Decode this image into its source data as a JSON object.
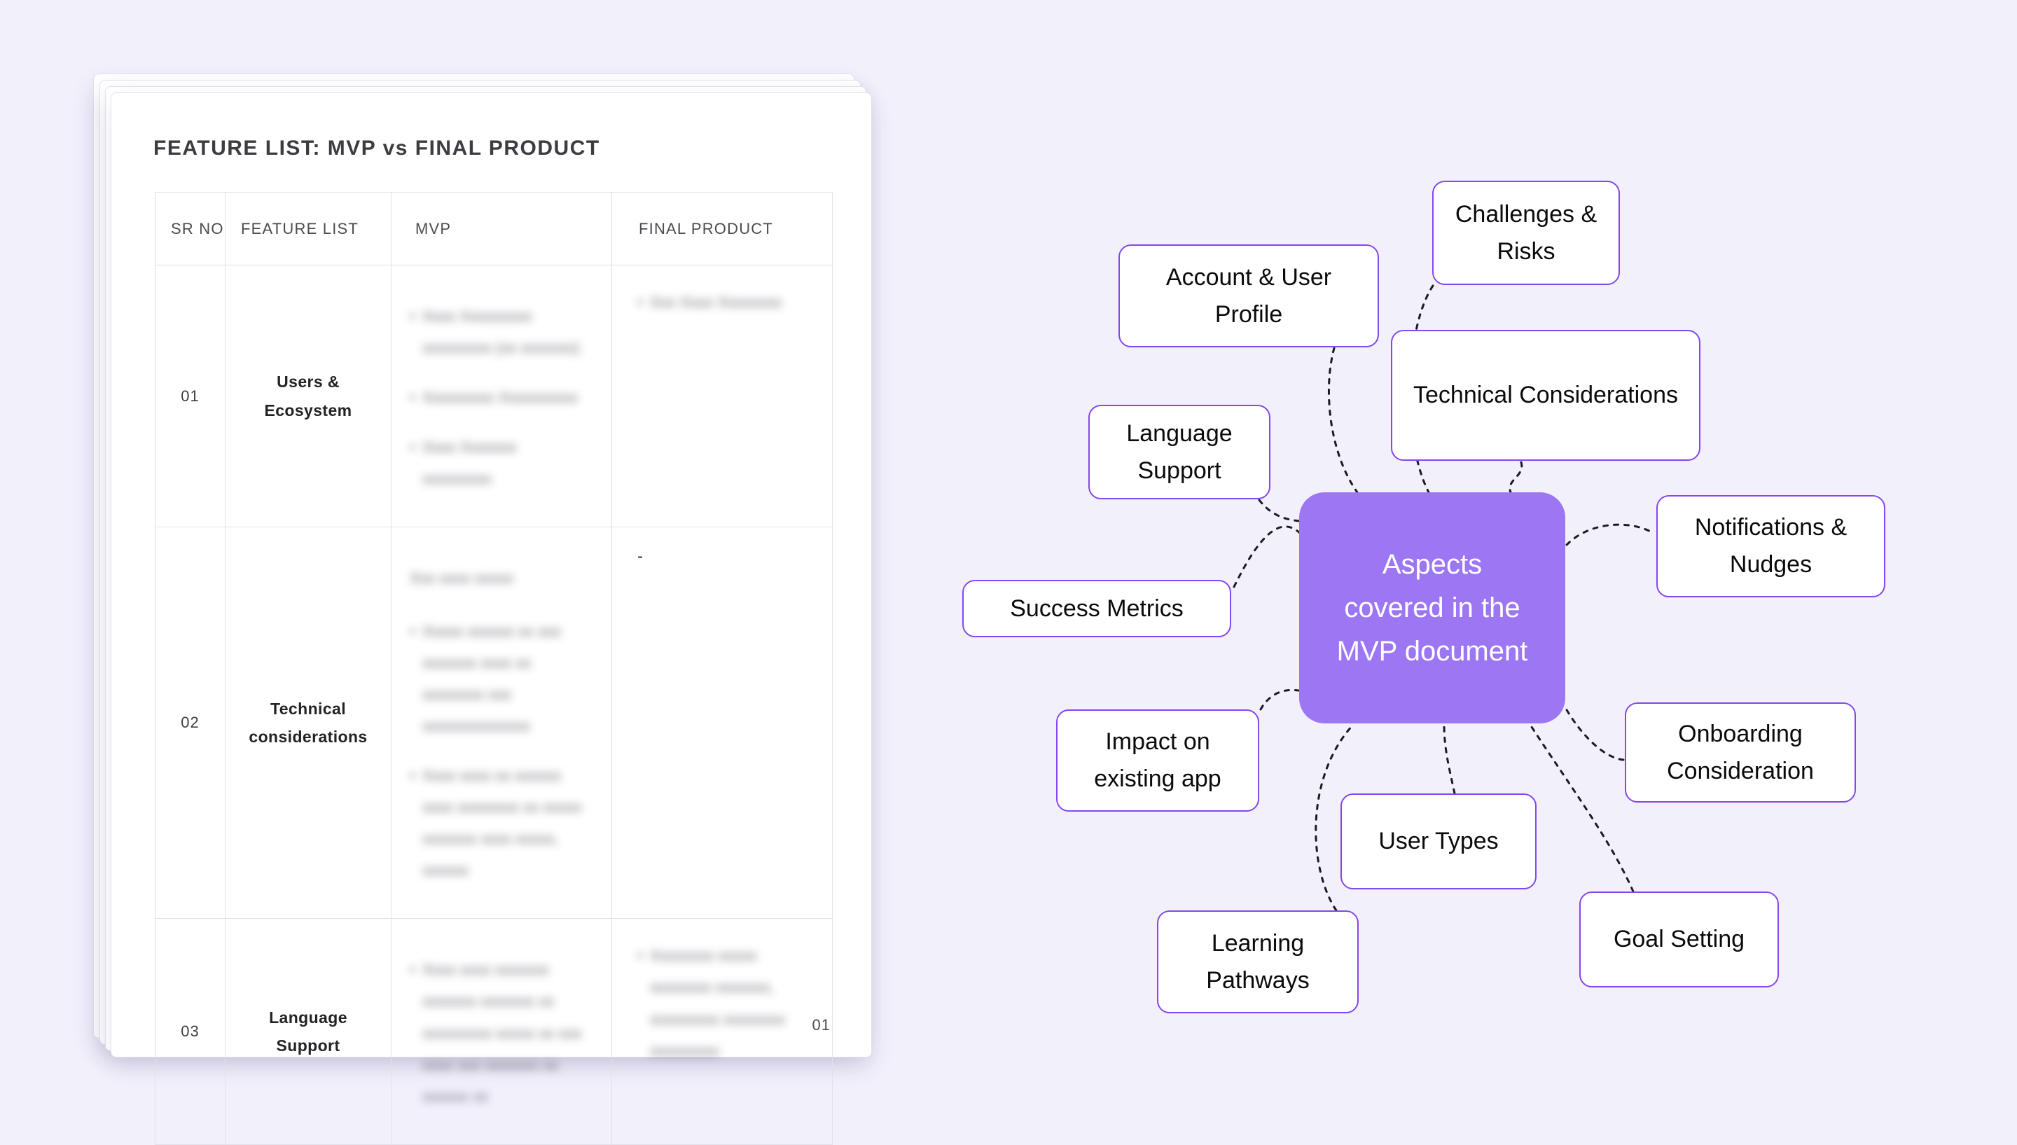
{
  "colors": {
    "background": "#f2f0fb",
    "node_border": "#8447f0",
    "center_background": "#9d77f3",
    "connector": "#1b1b1f"
  },
  "document": {
    "title": "FEATURE LIST: MVP vs FINAL PRODUCT",
    "page_number": "01",
    "table": {
      "headers": [
        "SR NO",
        "FEATURE LIST",
        "MVP",
        "FINAL PRODUCT"
      ],
      "rows": [
        {
          "sr_no": "01",
          "feature": "Users & Ecosystem",
          "mvp_redacted": [
            "Xxxx Xxxxxxxxx xxxxxxxxx (xx xxxxxxx)",
            "Xxxxxxxxx Xxxxxxxxxx",
            "Xxxx Xxxxxxx xxxxxxxxx"
          ],
          "final_redacted": [
            "Xxx Xxxx Xxxxxxxx"
          ]
        },
        {
          "sr_no": "02",
          "feature": "Technical considerations",
          "mvp_intro_redacted": "Xxx xxxx xxxxx",
          "mvp_redacted": [
            "Xxxxx xxxxxx xx xxx xxxxxxx xxxx xx xxxxxxxx xxx xxxxxxxxxxxxxx",
            "Xxxx xxxx xx xxxxxx xxxx xxxxxxxx xx xxxxx xxxxxxx xxxx xxxxx, xxxxxx"
          ],
          "final_text": "-"
        },
        {
          "sr_no": "03",
          "feature": "Language Support",
          "mvp_redacted": [
            "Xxxx xxxx xxxxxxx xxxxxxx xxxxxxx xx xxxxxxxxx xxxxx xx xxx xxxx xxx xxxxxxx xx xxxxxx xx"
          ],
          "final_redacted": [
            "Xxxxxxxx xxxxx xxxxxxxx xxxxxxx, xxxxxxxxx xxxxxxxx xxxxxxxxx"
          ]
        }
      ]
    }
  },
  "mindmap": {
    "center": {
      "label": "Aspects covered in the MVP document"
    },
    "nodes": [
      {
        "id": "challenges-risks",
        "label": "Challenges & Risks"
      },
      {
        "id": "account-user-profile",
        "label": "Account & User Profile"
      },
      {
        "id": "technical-considerations",
        "label": "Technical Considerations"
      },
      {
        "id": "language-support",
        "label": "Language Support"
      },
      {
        "id": "notifications-nudges",
        "label": "Notifications & Nudges"
      },
      {
        "id": "success-metrics",
        "label": "Success Metrics"
      },
      {
        "id": "impact-existing-app",
        "label": "Impact on existing app"
      },
      {
        "id": "onboarding-consideration",
        "label": "Onboarding Consideration"
      },
      {
        "id": "user-types",
        "label": "User Types"
      },
      {
        "id": "goal-setting",
        "label": "Goal Setting"
      },
      {
        "id": "learning-pathways",
        "label": "Learning Pathways"
      }
    ]
  }
}
